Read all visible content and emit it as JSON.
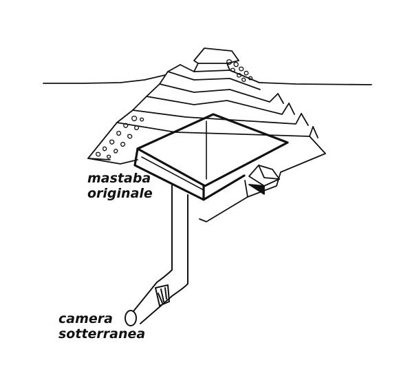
{
  "labels": {
    "mastaba": [
      "mastaba",
      "originale"
    ],
    "camera": [
      "camera",
      "sotterranea"
    ]
  },
  "colors": {
    "ink": "#111111",
    "background": "#ffffff"
  }
}
